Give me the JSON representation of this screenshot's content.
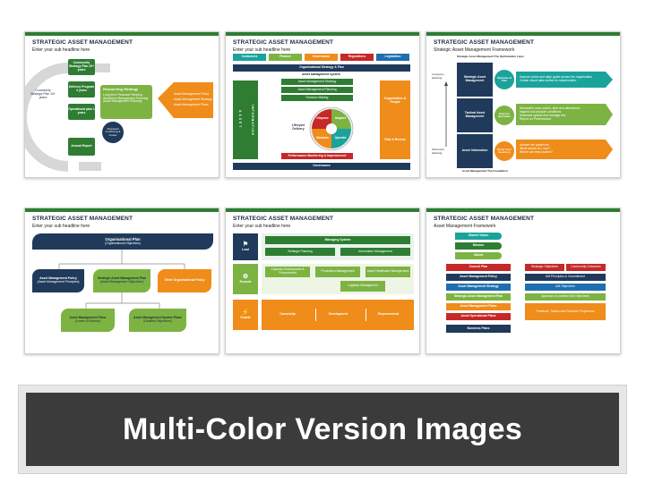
{
  "common": {
    "title": "STRATEGIC ASSET MANAGEMENT",
    "sub": "Enter your sub headline here"
  },
  "s1": {
    "center": "Community Strategic Plan 10+ years",
    "top": "Community Strategy Plan 10+ years",
    "deliver": "Delivery Program 4 years",
    "oper": "Operational plan 1 years",
    "annual": "Annual Report",
    "resourcing_title": "Resourcing Strategy",
    "res_items": [
      "Long term Financial Planning",
      "Workforce Management Planning",
      "Asset Management Planning"
    ],
    "review": "Perpetual monitoring & review",
    "arrow_items": [
      "Asset Management Policy",
      "Asset Management Strategy",
      "Asset Management Plans"
    ]
  },
  "s2": {
    "tabs": [
      "Customers",
      "Finance",
      "Governance",
      "Regulations",
      "Legislation"
    ],
    "org": "Organisational Strategy & Plan",
    "ams": "Asset Management System",
    "left_vert": "ASSET",
    "info_vert": "INFORMATION",
    "rows": [
      "Asset Management Strategy",
      "Asset Management Planning",
      "Decision Making"
    ],
    "lifecycle": "Lifecycle Delivery",
    "quad": [
      "Dispose",
      "Acquire",
      "Maintain",
      "Operate"
    ],
    "right_top": "Organisation & People",
    "right_bot": "Risk & Review",
    "perf": "Performance Monitoring & Improvement",
    "gov": "Governance"
  },
  "s3": {
    "heading": "Strategic Asset Management Framework",
    "layer_top": "Strategic Asset Management The Optimization Layer",
    "long": "Long-term planning",
    "short": "Short-term planning",
    "levels": [
      "Strategic Asset Management",
      "Tactical Asset Management",
      "Asset Information"
    ],
    "circles": [
      "Optimise & Plan",
      "Improve Operation",
      "Know Your Inventory"
    ],
    "bullets": [
      [
        "Improve plans and align goals across the organization",
        "Create visual data stories for stakeholders"
      ],
      [
        "Streamline work orders, time and attendance",
        "Inspect and analyze conditions",
        "Maximize uptime and manage risk",
        "Report on Performance"
      ],
      [
        "Answer the questions:",
        "What assets do I own?",
        "Where are they located?"
      ]
    ],
    "bottom": "Asset Management The Foundation"
  },
  "s4": {
    "top": "Organisational Plan",
    "top_sub": "(Organisational Objectives)",
    "mid": [
      {
        "t": "Asset Management Policy",
        "s": "(Asset Management Principles)"
      },
      {
        "t": "Strategic Asset Management Plan",
        "s": "(Asset Management Objectives)"
      },
      {
        "t": "Other Organisational Policy",
        "s": ""
      }
    ],
    "bot": [
      {
        "t": "Asset Management Plans",
        "s": "(Levels of Service)"
      },
      {
        "t": "Asset Management System Plans",
        "s": "(Detailed Objectives)"
      }
    ]
  },
  "s5": {
    "lead": "Lead",
    "execute": "Execute",
    "enable": "Enable",
    "managing": "Managing System",
    "lead_items": [
      "Strategic Planning",
      "Information Management"
    ],
    "exec_items": [
      "Capacity Development & Procurement",
      "Production Management",
      "Asset Healthcare Management",
      "Logistics Management"
    ],
    "enable_items": [
      "Ownership",
      "Development",
      "Empowerment"
    ]
  },
  "s6": {
    "heading": "Asset Management Framework",
    "stack": [
      "Shared Vision",
      "Mission",
      "Values",
      "Council Plan",
      "Asset Management Policy",
      "Asset Management Strategy",
      "Strategic Asset Management Plan",
      "Asset Management Plans",
      "Asset Operational Plans",
      "Business Plans"
    ],
    "side_boxes": [
      "Strategic Objectives",
      "Community Outcomes",
      "AM Principles & Commitment",
      "AM Objectives",
      "Approach to achieve AM Objectives",
      "Practices, Tactics and Financial Projections"
    ]
  },
  "banner": "Multi-Color Version Images",
  "colors": {
    "green": "#2e7d32",
    "lime": "#7cb342",
    "navy": "#1f3a5a",
    "orange": "#ef8c1a",
    "teal": "#1aa39b",
    "red": "#c62828"
  }
}
